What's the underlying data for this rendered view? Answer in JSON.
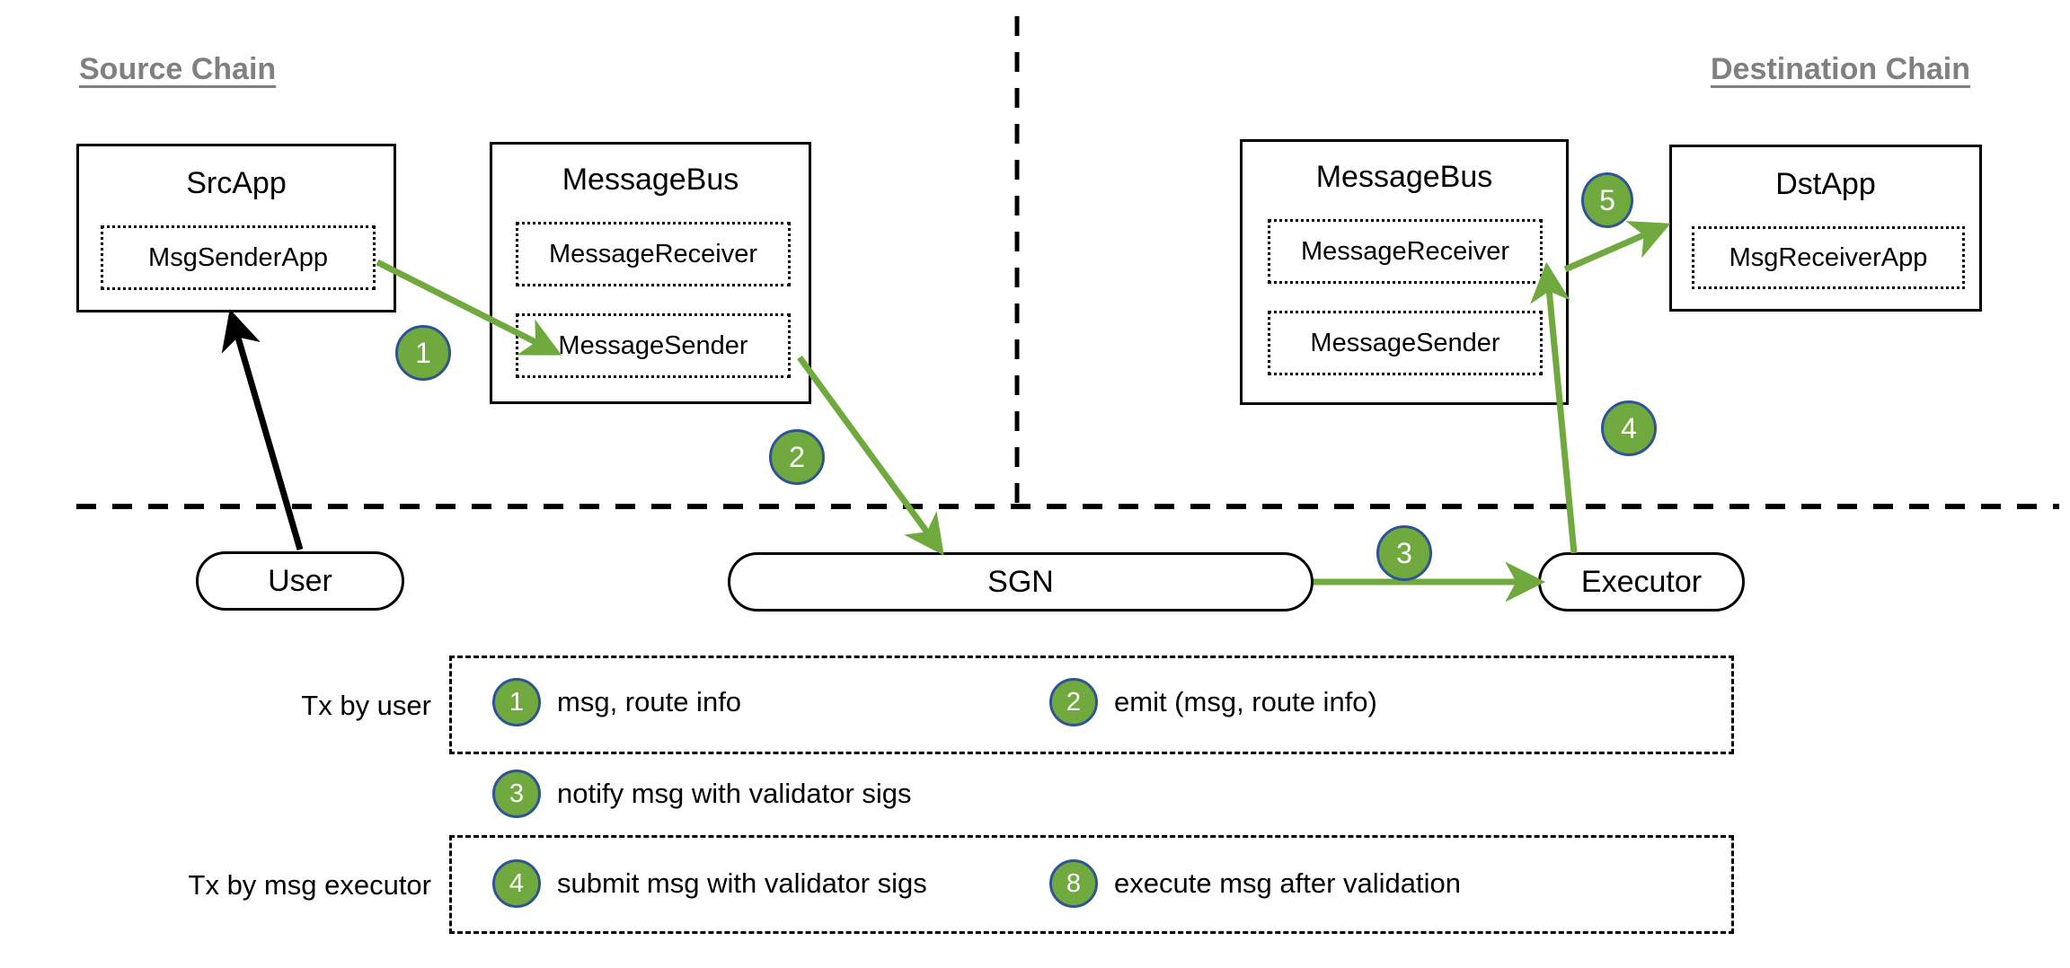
{
  "colors": {
    "badge_fill": "#70a93e",
    "badge_border": "#2e5496",
    "badge_text": "#ffffff",
    "arrow_green": "#70a93e",
    "arrow_black": "#000000",
    "chain_title": "#808080",
    "box_border": "#000000",
    "background": "#ffffff"
  },
  "chains": {
    "source_title": "Source Chain",
    "destination_title": "Destination Chain"
  },
  "boxes": {
    "src_app": {
      "title": "SrcApp",
      "sub": [
        "MsgSenderApp"
      ]
    },
    "src_message_bus": {
      "title": "MessageBus",
      "sub": [
        "MessageReceiver",
        "MessageSender"
      ]
    },
    "dst_message_bus": {
      "title": "MessageBus",
      "sub": [
        "MessageReceiver",
        "MessageSender"
      ]
    },
    "dst_app": {
      "title": "DstApp",
      "sub": [
        "MsgReceiverApp"
      ]
    }
  },
  "pills": {
    "user": "User",
    "sgn": "SGN",
    "executor": "Executor"
  },
  "flow_badges": {
    "step1": "1",
    "step2": "2",
    "step3": "3",
    "step4": "4",
    "step5": "5"
  },
  "legend": {
    "row1_label": "Tx by user",
    "row2_label": "Tx by msg executor",
    "items": [
      {
        "num": "1",
        "text": "msg, route info"
      },
      {
        "num": "2",
        "text": "emit (msg, route info)"
      },
      {
        "num": "3",
        "text": "notify msg with validator sigs"
      },
      {
        "num": "4",
        "text": "submit msg with validator sigs"
      },
      {
        "num": "8",
        "text": "execute msg after validation"
      }
    ]
  }
}
